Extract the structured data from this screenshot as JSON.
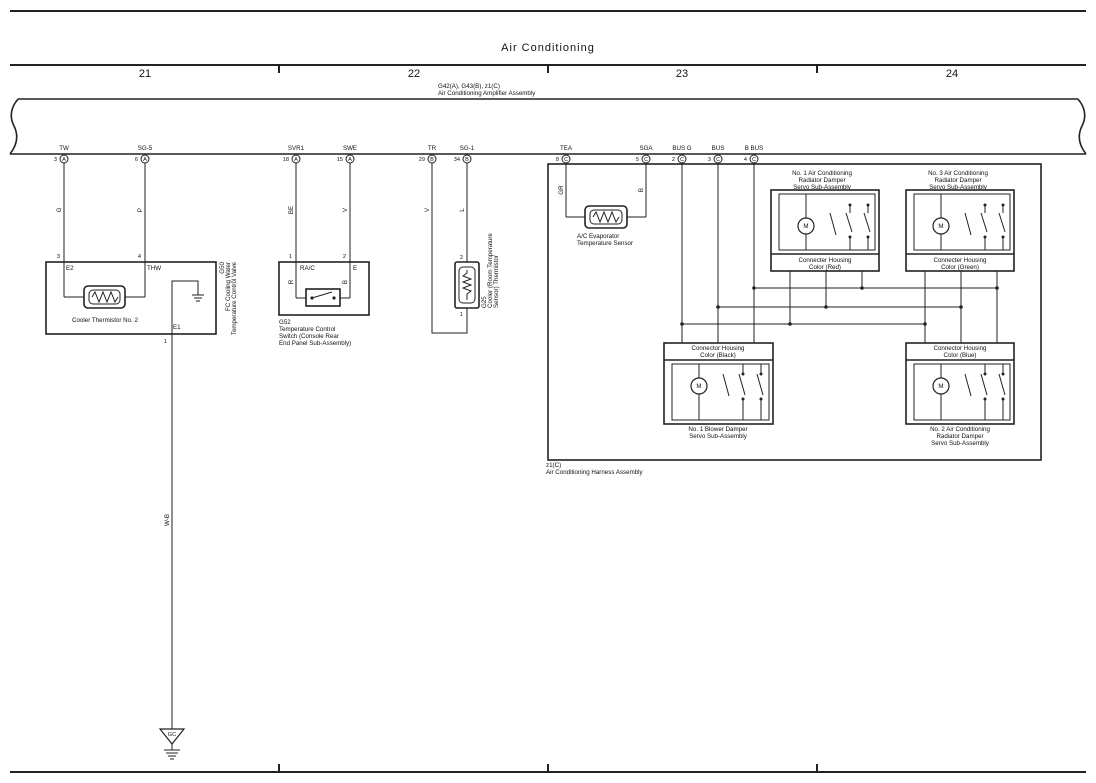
{
  "title": "Air Conditioning",
  "columns": [
    "21",
    "22",
    "23",
    "24"
  ],
  "amplifier": {
    "ref": "G42(A), G43(B), z1(C)",
    "name": "Air Conditioning Amplifier Assembly",
    "terminals": [
      {
        "name": "TW",
        "pin": "3",
        "conn": "A"
      },
      {
        "name": "SG-5",
        "pin": "6",
        "conn": "A"
      },
      {
        "name": "SVR1",
        "pin": "18",
        "conn": "A"
      },
      {
        "name": "SWE",
        "pin": "15",
        "conn": "A"
      },
      {
        "name": "TR",
        "pin": "29",
        "conn": "B"
      },
      {
        "name": "SG-1",
        "pin": "34",
        "conn": "B"
      },
      {
        "name": "TEA",
        "pin": "8",
        "conn": "C"
      },
      {
        "name": "SGA",
        "pin": "5",
        "conn": "C"
      },
      {
        "name": "BUS G",
        "pin": "2",
        "conn": "C"
      },
      {
        "name": "BUS",
        "pin": "3",
        "conn": "C"
      },
      {
        "name": "B BUS",
        "pin": "4",
        "conn": "C"
      }
    ]
  },
  "wire_colors": {
    "g": "G",
    "p": "P",
    "be": "BE",
    "v1": "V",
    "r": "R",
    "b1": "B",
    "v2": "V",
    "l": "L",
    "gr": "GR",
    "b2": "B",
    "wb": "W-B"
  },
  "g50": {
    "ref": "G50",
    "name_l1": "FC Cooling Water",
    "name_l2": "Temperature Control Valve",
    "pin_e2": "3",
    "pin_thw": "4",
    "pin_e1": "1",
    "lbl_e2": "E2",
    "lbl_thw": "THW",
    "lbl_e1": "E1",
    "thermistor": "Cooler Thermistor No. 2"
  },
  "g52": {
    "ref": "G52",
    "l1": "Temperature Control",
    "l2": "Switch (Console Rear",
    "l3": "End Panel Sub-Assembly)",
    "pin_rac": "1",
    "pin_e": "2",
    "lbl_rac": "RA/C",
    "lbl_e": "E"
  },
  "g25": {
    "ref": "G25",
    "l1": "Cooler (Room Temperature",
    "l2": "Sensor) Thermistor",
    "pin_top": "2",
    "pin_bot": "1"
  },
  "evap": {
    "l1": "A/C Evaporator",
    "l2": "Temperature Sensor"
  },
  "servos": {
    "no1": {
      "l1": "No. 1 Air Conditioning",
      "l2": "Radiator Damper",
      "l3": "Servo Sub-Assembly",
      "h1": "Connecter Housing",
      "h2": "Color (Red)"
    },
    "no3": {
      "l1": "No. 3 Air Conditioning",
      "l2": "Radiator Damper",
      "l3": "Servo Sub-Assembly",
      "h1": "Connecter Housing",
      "h2": "Color (Green)"
    },
    "blower": {
      "l1": "No. 1 Blower Damper",
      "l2": "Servo Sub-Assembly",
      "h1": "Connector Housing",
      "h2": "Color (Black)"
    },
    "no2": {
      "l1": "No. 2 Air Conditioning",
      "l2": "Radiator Damper",
      "l3": "Servo Sub-Assembly",
      "h1": "Connector Housing",
      "h2": "Color (Blue)"
    },
    "motor": "M"
  },
  "harness": {
    "ref": "z1(C)",
    "name": "Air Conditioning Harness Assembly"
  },
  "ground": "GC"
}
